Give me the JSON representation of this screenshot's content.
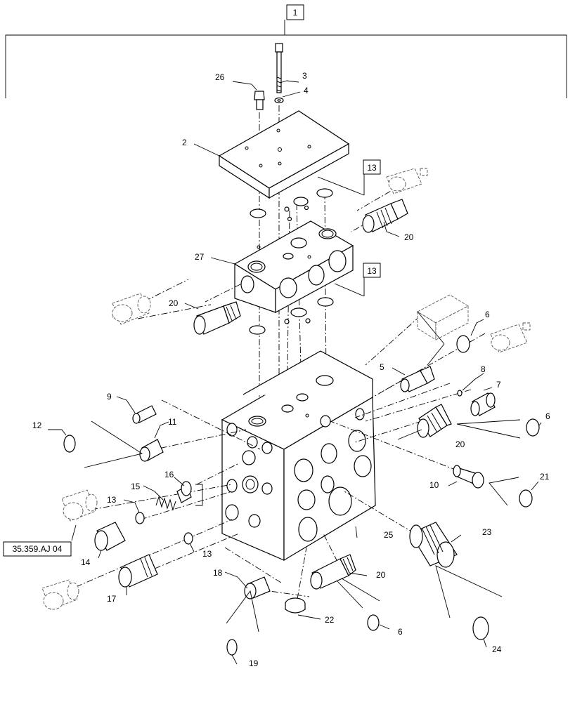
{
  "callouts": {
    "c1": "1",
    "c2": "2",
    "c3": "3",
    "c4": "4",
    "c5": "5",
    "c6a": "6",
    "c6b": "6",
    "c6c": "6",
    "c7": "7",
    "c8": "8",
    "c9": "9",
    "c10": "10",
    "c11": "11",
    "c12": "12",
    "c13a": "13",
    "c13b": "13",
    "c13box1": "13",
    "c13box2": "13",
    "c14": "14",
    "c15": "15",
    "c16": "16",
    "c17": "17",
    "c18": "18",
    "c19": "19",
    "c20a": "20",
    "c20b": "20",
    "c20c": "20",
    "c20d": "20",
    "c21": "21",
    "c22": "22",
    "c23": "23",
    "c24": "24",
    "c25": "25",
    "c26": "26",
    "c27": "27"
  },
  "reference": "35.359.AJ 04"
}
